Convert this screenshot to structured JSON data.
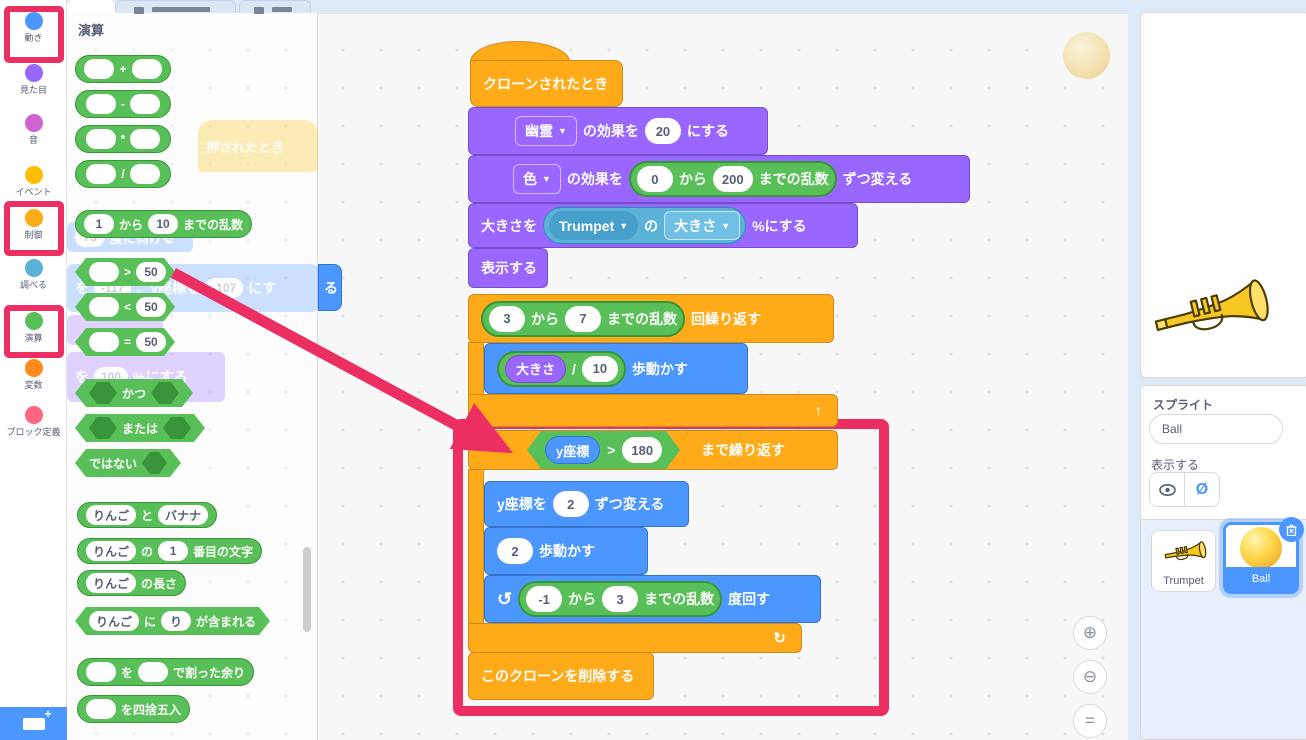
{
  "ui": {
    "caret": "▼",
    "loop_arrow_up": "↑",
    "loop_arrow_cw": "↻",
    "turn_ccw": "↺",
    "zoom_in": "⊕",
    "zoom_out": "⊖",
    "zoom_reset": "=",
    "hide_glyph": "Ø"
  },
  "colors": {
    "motion": "#4C97FF",
    "looks": "#9966FF",
    "sound": "#CF63CF",
    "events": "#FFBF00",
    "control": "#FFAB19",
    "sensing": "#5CB1D6",
    "operators": "#59C059",
    "variables": "#FF8C1A",
    "myblocks": "#FF6680",
    "annotation": "#EC2F63"
  },
  "sidebar": {
    "items": [
      {
        "label": "動き"
      },
      {
        "label": "見た目"
      },
      {
        "label": "音"
      },
      {
        "label": "イベント"
      },
      {
        "label": "制御"
      },
      {
        "label": "調べる"
      },
      {
        "label": "演算"
      },
      {
        "label": "変数"
      },
      {
        "label": "ブロック定義"
      }
    ]
  },
  "palette": {
    "header": "演算",
    "plus": "+",
    "minus": "-",
    "times": "*",
    "divide": "/",
    "random": {
      "v1": "1",
      "kara": "から",
      "v2": "10",
      "suffix": "までの乱数"
    },
    "gt": {
      "op": ">",
      "v": "50"
    },
    "lt": {
      "op": "<",
      "v": "50"
    },
    "eq": {
      "op": "=",
      "v": "50"
    },
    "and": "かつ",
    "or": "または",
    "not": "ではない",
    "join": {
      "a": "りんご",
      "conj": "と",
      "b": "バナナ"
    },
    "letter": {
      "a": "りんご",
      "no": "の",
      "n": "1",
      "suffix": "番目の文字"
    },
    "length": {
      "a": "りんご",
      "suffix": "の長さ"
    },
    "contains": {
      "a": "りんご",
      "ni": "に",
      "b": "り",
      "suffix": "が含まれる"
    },
    "mod": {
      "p1": "を",
      "p2": "で割った余り"
    },
    "round": "を四捨五入"
  },
  "ghosts": {
    "hat": "押されたとき",
    "point": {
      "v": "75",
      "suffix": "度に向ける"
    },
    "goto": {
      "p1": "を",
      "v1": "-117",
      "p2": "、y座標を",
      "v2": "-107",
      "p3": "にす",
      "p4": "る"
    },
    "size": {
      "p1": "を",
      "v": "100",
      "p2": "%にする"
    }
  },
  "script": {
    "hat": "クローンされたとき",
    "ghost_fx": {
      "dd": "幽霊",
      "t1": "の効果を",
      "v": "20",
      "t2": "にする"
    },
    "color_fx": {
      "dd": "色",
      "t1": "の効果を",
      "v1": "0",
      "kara": "から",
      "v2": "200",
      "rand_suffix": "までの乱数",
      "t2": "ずつ変える"
    },
    "set_size": {
      "t1": "大きさを",
      "sprite": "Trumpet",
      "no": "の",
      "prop": "大きさ",
      "t2": "%にする"
    },
    "show": "表示する",
    "repeat": {
      "v1": "3",
      "kara": "から",
      "v2": "7",
      "rand_suffix": "までの乱数",
      "t": "回繰り返す"
    },
    "move_calc": {
      "var": "大きさ",
      "op": "/",
      "v": "10",
      "t": "歩動かす"
    },
    "until": {
      "var": "y座標",
      "op": ">",
      "v": "180",
      "t": "まで繰り返す"
    },
    "change_y": {
      "t1": "y座標を",
      "v": "2",
      "t2": "ずつ変える"
    },
    "move": {
      "v": "2",
      "t": "歩動かす"
    },
    "turn": {
      "v1": "-1",
      "kara": "から",
      "v2": "3",
      "rand_suffix": "までの乱数",
      "t": "度回す"
    },
    "delete": "このクローンを削除する"
  },
  "sprite_panel": {
    "title": "スプライト",
    "name_value": "Ball",
    "show_label": "表示する",
    "tiles": {
      "trumpet": "Trumpet",
      "ball": "Ball"
    }
  }
}
